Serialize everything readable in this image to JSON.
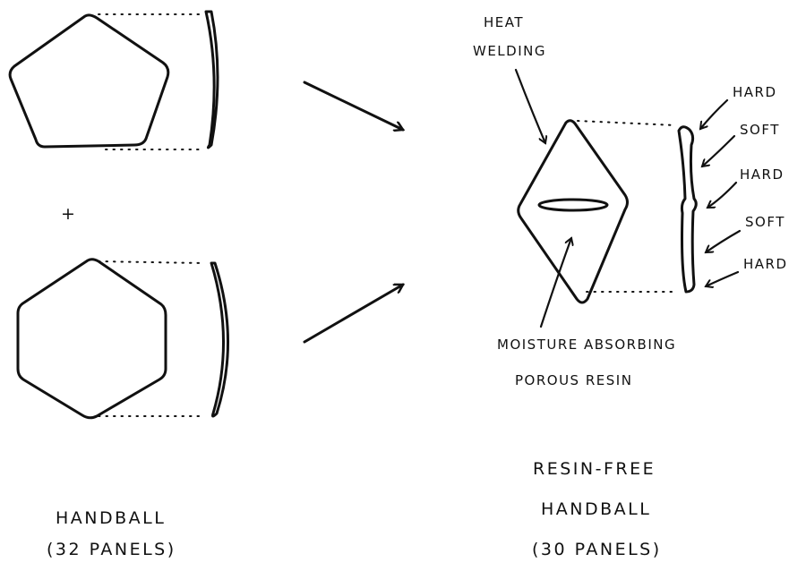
{
  "left": {
    "caption_line1": "HANDBALL",
    "caption_line2": "(32 PANELS)",
    "plus": "+"
  },
  "right": {
    "heat_line1": "HEAT",
    "heat_line2": "WELDING",
    "resin_line1": "MOISTURE ABSORBING",
    "resin_line2": "POROUS RESIN",
    "profile_labels": [
      "HARD",
      "SOFT",
      "HARD",
      "SOFT",
      "HARD"
    ],
    "caption_line1": "RESIN-FREE",
    "caption_line2": "HANDBALL",
    "caption_line3": "(30 PANELS)"
  }
}
